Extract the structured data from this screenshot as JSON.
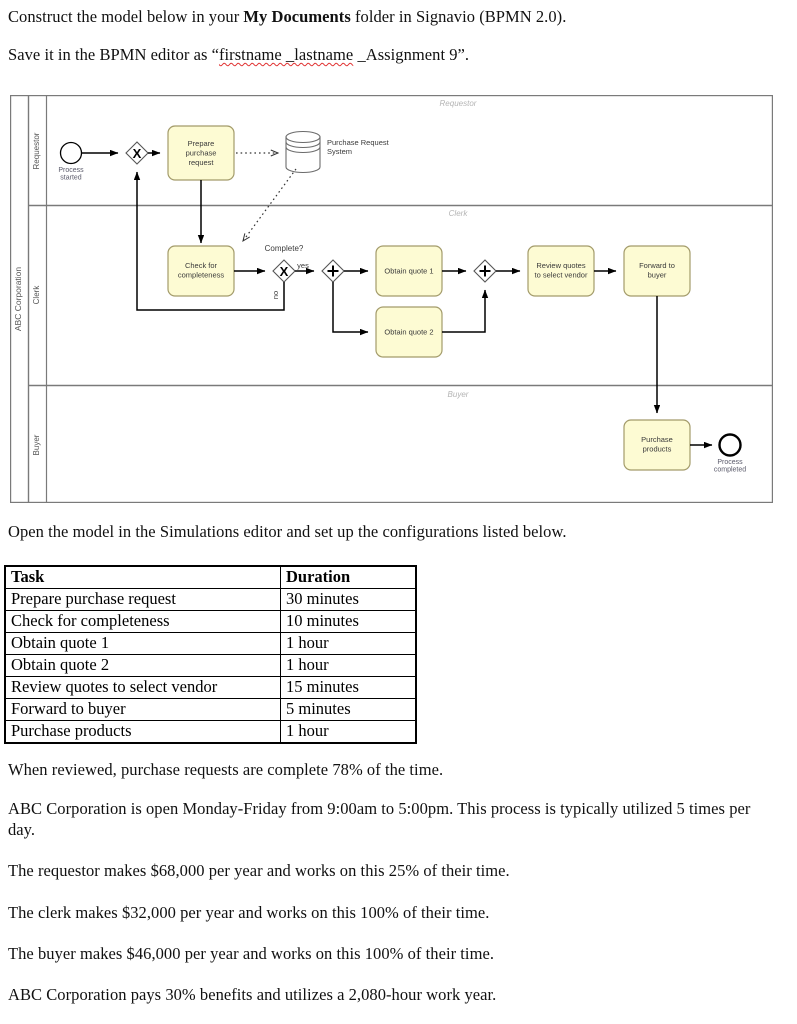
{
  "document": {
    "intro": {
      "line1_pre": "Construct the model below in your ",
      "line1_bold": "My Documents",
      "line1_post": " folder in Signavio (BPMN 2.0).",
      "line2_pre": "Save it in the BPMN editor as “",
      "line2_spell": "firstname _lastname",
      "line2_post": " _Assignment 9”."
    },
    "simulation_instruction": "Open the model in the Simulations editor and set up the configurations listed below.",
    "notes": [
      "When reviewed, purchase requests are complete 78% of the time.",
      "ABC Corporation is open Monday-Friday from 9:00am to 5:00pm. This process is typically utilized 5 times per day.",
      "The requestor makes $68,000 per year and works on this 25% of their time.",
      "The clerk makes $32,000 per year and works on this 100% of their time.",
      "The buyer makes $46,000 per year and works on this 100% of their time.",
      "ABC Corporation pays 30% benefits and utilizes a 2,080-hour work year."
    ]
  },
  "table": {
    "headers": [
      "Task",
      "Duration"
    ],
    "rows": [
      [
        "Prepare purchase request",
        "30 minutes"
      ],
      [
        "Check for completeness",
        "10 minutes"
      ],
      [
        "Obtain quote 1",
        "1 hour"
      ],
      [
        "Obtain quote 2",
        "1 hour"
      ],
      [
        "Review quotes to select vendor",
        "15 minutes"
      ],
      [
        "Forward to buyer",
        "5 minutes"
      ],
      [
        "Purchase products",
        "1 hour"
      ]
    ]
  },
  "diagram": {
    "pool_label": "ABC Corporation",
    "lanes": [
      {
        "side_label": "Requestor",
        "center_label": "Requestor"
      },
      {
        "side_label": "Clerk",
        "center_label": "Clerk"
      },
      {
        "side_label": "Buyer",
        "center_label": "Buyer"
      }
    ],
    "events": {
      "start_label_line1": "Process",
      "start_label_line2": "started",
      "end_label_line1": "Process",
      "end_label_line2": "completed"
    },
    "gateways": {
      "merge_xor": "X",
      "complete_xor": "X",
      "split_and": "+",
      "join_and": "+",
      "complete_question": "Complete?",
      "yes_label": "yes",
      "no_label": "no"
    },
    "tasks": {
      "prepare": [
        "Prepare",
        "purchase",
        "request"
      ],
      "check": [
        "Check for",
        "completeness"
      ],
      "quote1": [
        "Obtain quote 1"
      ],
      "quote2": [
        "Obtain quote 2"
      ],
      "review": [
        "Review quotes",
        "to select vendor"
      ],
      "forward": [
        "Forward to",
        "buyer"
      ],
      "purchase": [
        "Purchase",
        "products"
      ]
    },
    "datastore": {
      "label_line1": "Purchase Request",
      "label_line2": "System"
    },
    "colors": {
      "task_fill": "#fdfbd3",
      "task_stroke": "#a39b6a",
      "lane_stroke": "#7a7a7a",
      "flow_stroke": "#000000",
      "lane_label": "#9a9a9a",
      "datastore_stroke": "#6b6b6b"
    }
  }
}
